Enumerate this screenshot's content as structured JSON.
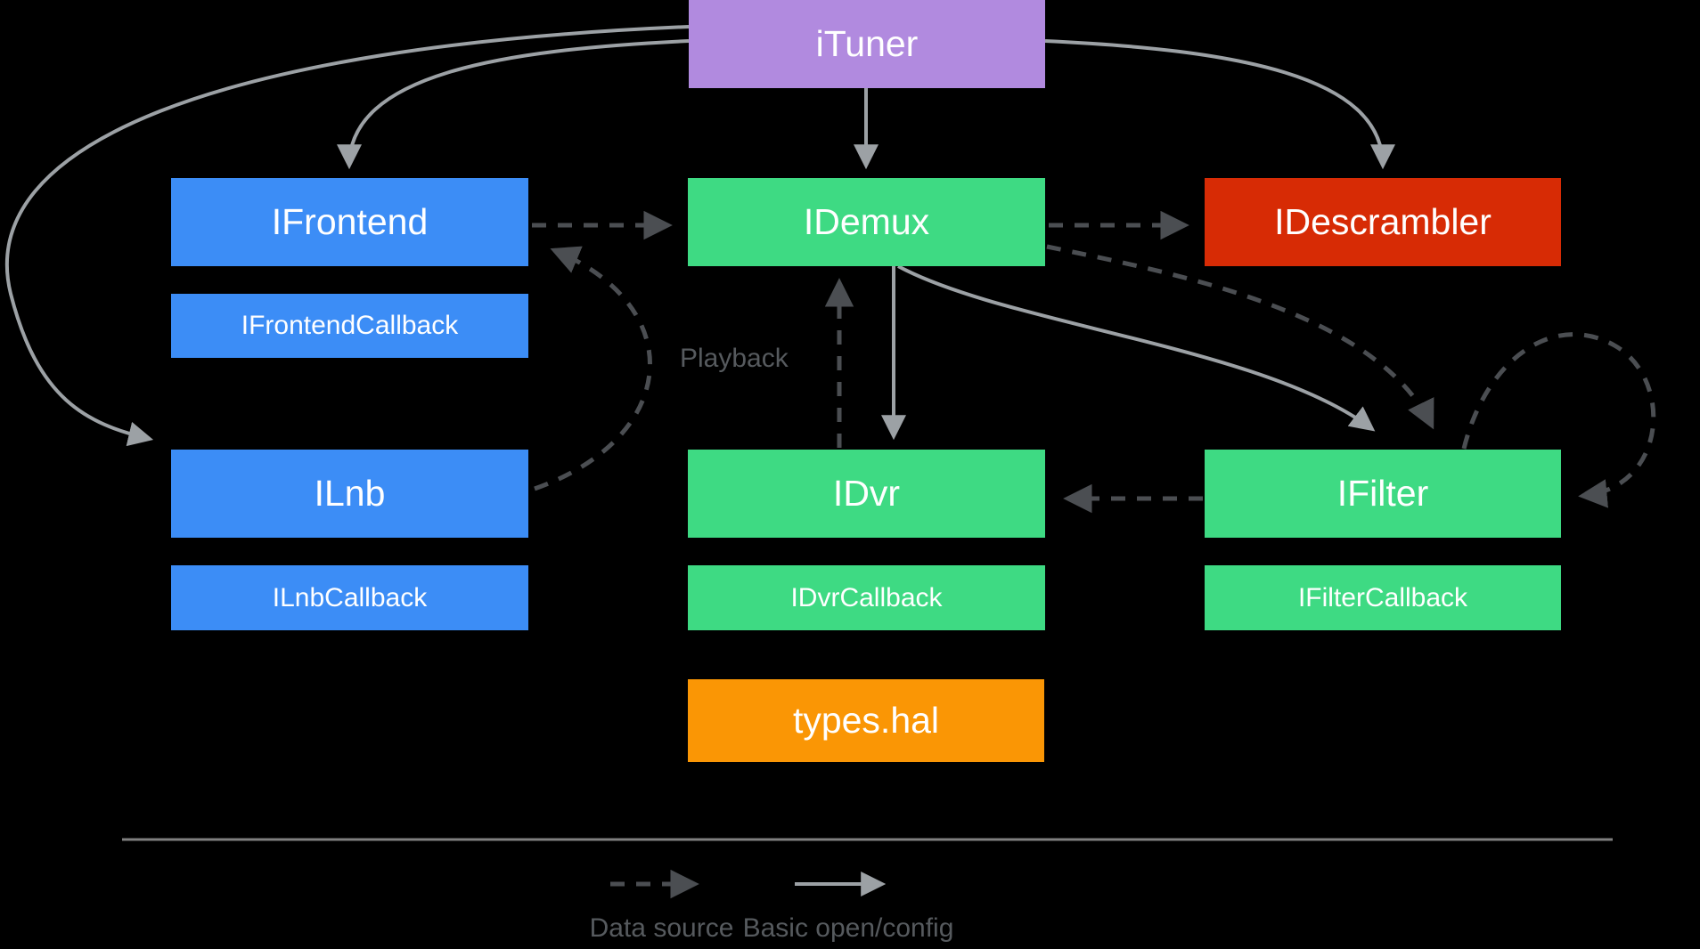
{
  "diagram": {
    "title_context": "Tuner HAL interface diagram",
    "nodes": {
      "ituner": {
        "label": "iTuner",
        "color": "#B18ADF"
      },
      "ifrontend": {
        "label": "IFrontend",
        "color": "#3C8DF6"
      },
      "ifrontend_cb": {
        "label": "IFrontendCallback",
        "color": "#3C8DF6"
      },
      "ilnb": {
        "label": "ILnb",
        "color": "#3C8DF6"
      },
      "ilnb_cb": {
        "label": "ILnbCallback",
        "color": "#3C8DF6"
      },
      "idemux": {
        "label": "IDemux",
        "color": "#3EDA83"
      },
      "idvr": {
        "label": "IDvr",
        "color": "#3EDA83"
      },
      "idvr_cb": {
        "label": "IDvrCallback",
        "color": "#3EDA83"
      },
      "types_hal": {
        "label": "types.hal",
        "color": "#FA9605"
      },
      "idescrambler": {
        "label": "IDescrambler",
        "color": "#D72B05"
      },
      "ifilter": {
        "label": "IFilter",
        "color": "#3EDA83"
      },
      "ifilter_cb": {
        "label": "IFilterCallback",
        "color": "#3EDA83"
      }
    },
    "annotations": {
      "playback": "Playback"
    },
    "edges": [
      {
        "from": "iTuner",
        "to": "IFrontend",
        "type": "solid"
      },
      {
        "from": "iTuner",
        "to": "IDemux",
        "type": "solid"
      },
      {
        "from": "iTuner",
        "to": "IDescrambler",
        "type": "solid"
      },
      {
        "from": "iTuner",
        "to": "ILnb",
        "type": "solid"
      },
      {
        "from": "IDemux",
        "to": "IDvr",
        "type": "solid"
      },
      {
        "from": "IDemux",
        "to": "IFilter",
        "type": "solid"
      },
      {
        "from": "IFrontend",
        "to": "IDemux",
        "type": "dashed"
      },
      {
        "from": "IDemux",
        "to": "IDescrambler",
        "type": "dashed"
      },
      {
        "from": "IDemux",
        "to": "IFilter",
        "type": "dashed"
      },
      {
        "from": "IDvr",
        "to": "IDemux",
        "type": "dashed",
        "label": "Playback"
      },
      {
        "from": "IFilter",
        "to": "IDvr",
        "type": "dashed"
      },
      {
        "from": "ILnb",
        "to": "IFrontend",
        "type": "dashed"
      },
      {
        "from": "IFilter",
        "to": "IFilter",
        "type": "dashed"
      }
    ],
    "colors": {
      "background": "#000000",
      "solid_arrow": "#9CA1A5",
      "dashed_arrow": "#4B4E52",
      "divider": "#808080",
      "gray_text": "#565A5E",
      "node_text": "#FFFFFF"
    }
  },
  "legend": {
    "dashed_label": "Data source",
    "solid_label": "Basic open/config"
  }
}
